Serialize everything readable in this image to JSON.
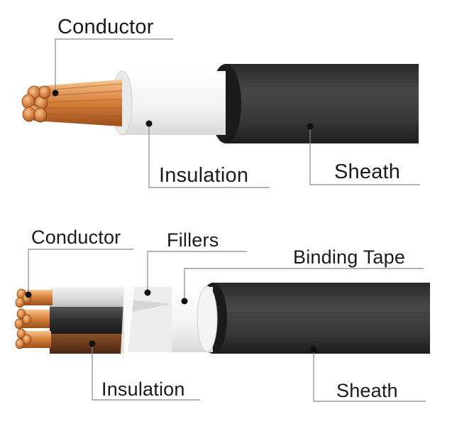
{
  "top_diagram": {
    "labels": {
      "conductor": "Conductor",
      "insulation": "Insulation",
      "sheath": "Sheath"
    }
  },
  "bottom_diagram": {
    "labels": {
      "conductor": "Conductor",
      "fillers": "Fillers",
      "binding_tape": "Binding Tape",
      "insulation": "Insulation",
      "sheath": "Sheath"
    }
  },
  "colors": {
    "copper": "#d9843f",
    "copper_light": "#f3b77a",
    "copper_dark": "#a8561f",
    "insulation_white": "#f7f7f7",
    "sheath_black": "#3a3a3a",
    "sheath_dark": "#1f1f1f",
    "insulation_brown": "#6b3a1c",
    "leader_line": "#888888"
  }
}
